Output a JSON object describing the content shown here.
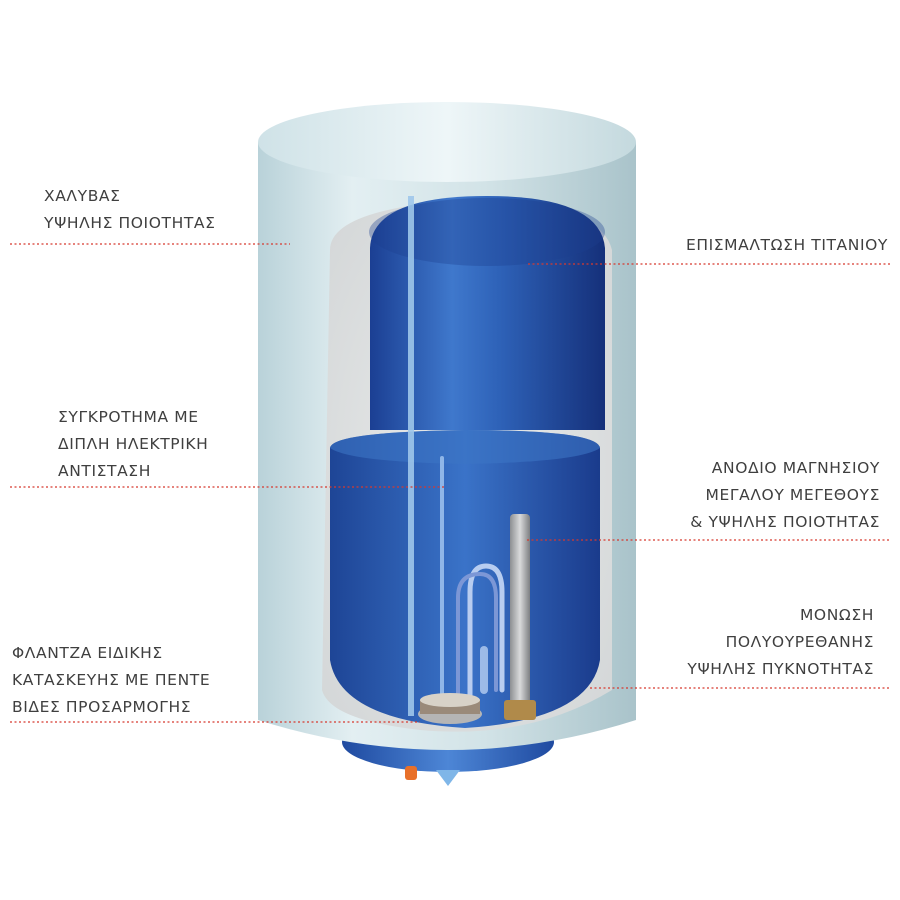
{
  "diagram": {
    "colors": {
      "outer_shell": "#cfe1e6",
      "tank_blue": "#2f62b6",
      "tank_blue_dark": "#163a8a",
      "foam": "#e2e4e4",
      "leader_line": "#d7392f",
      "label_text": "#3f3f3f"
    },
    "labels": {
      "steel": [
        "ΧΑΛΥΒΑΣ",
        "ΥΨΗΛΗΣ ΠΟΙΟΤΗΤΑΣ"
      ],
      "titanium_enamel": [
        "ΕΠΙΣΜΑΛΤΩΣΗ ΤΙΤΑΝΙΟΥ"
      ],
      "heater_assembly": [
        "ΣΥΓΚΡΟΤΗΜΑ ΜΕ",
        "ΔΙΠΛΗ ΗΛΕΚΤΡΙΚΗ",
        "ΑΝΤΙΣΤΑΣΗ"
      ],
      "magnesium_anode": [
        "ΑΝΟΔΙΟ ΜΑΓΝΗΣΙΟΥ",
        "ΜΕΓΑΛΟΥ ΜΕΓΕΘΟΥΣ",
        "& ΥΨΗΛΗΣ ΠΟΙΟΤΗΤΑΣ"
      ],
      "insulation": [
        "ΜΟΝΩΣΗ",
        "ΠΟΛΥΟΥΡΕΘΑΝΗΣ",
        "ΥΨΗΛΗΣ ΠΥΚΝΟΤΗΤΑΣ"
      ],
      "flange": [
        "ΦΛΑΝΤΖΑ ΕΙΔΙΚΗΣ",
        "ΚΑΤΑΣΚΕΥΗΣ ΜΕ ΠΕΝΤΕ",
        "ΒΙΔΕΣ ΠΡΟΣΑΡΜΟΓΗΣ"
      ]
    }
  }
}
